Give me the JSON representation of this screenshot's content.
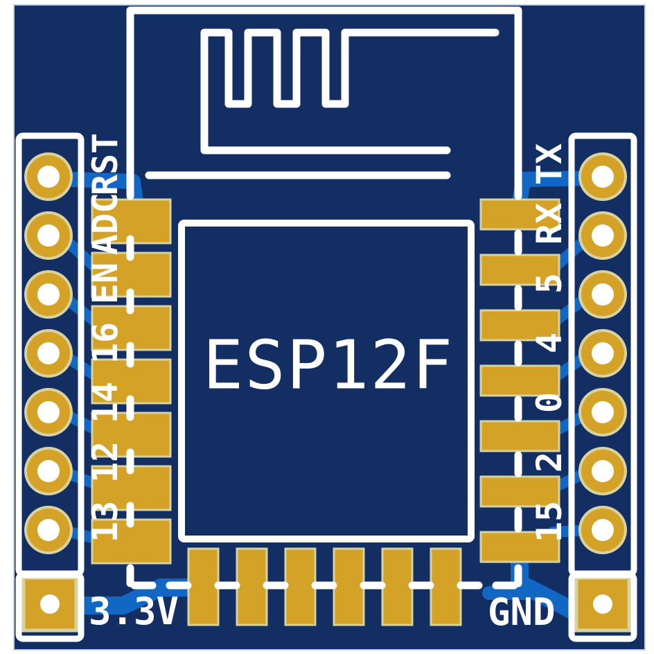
{
  "module": {
    "silkscreen_label": "ESP12F"
  },
  "left_header": {
    "pin_labels": [
      "RST",
      "ADC",
      "EN",
      "16",
      "14",
      "12",
      "13"
    ],
    "power_label": "3.3V",
    "pin_count": 8
  },
  "right_header": {
    "pin_labels": [
      "TX",
      "RX",
      "5",
      "4",
      "0",
      "2",
      "15"
    ],
    "power_label": "GND",
    "pin_count": 8
  },
  "colors": {
    "board_soldermask": "#122E63",
    "copper_trace": "#1266C4",
    "pad_gold": "#D4A226",
    "pad_ring": "#D8D2A0",
    "silkscreen": "#FFFFFF",
    "background": "#FFFFFF"
  }
}
